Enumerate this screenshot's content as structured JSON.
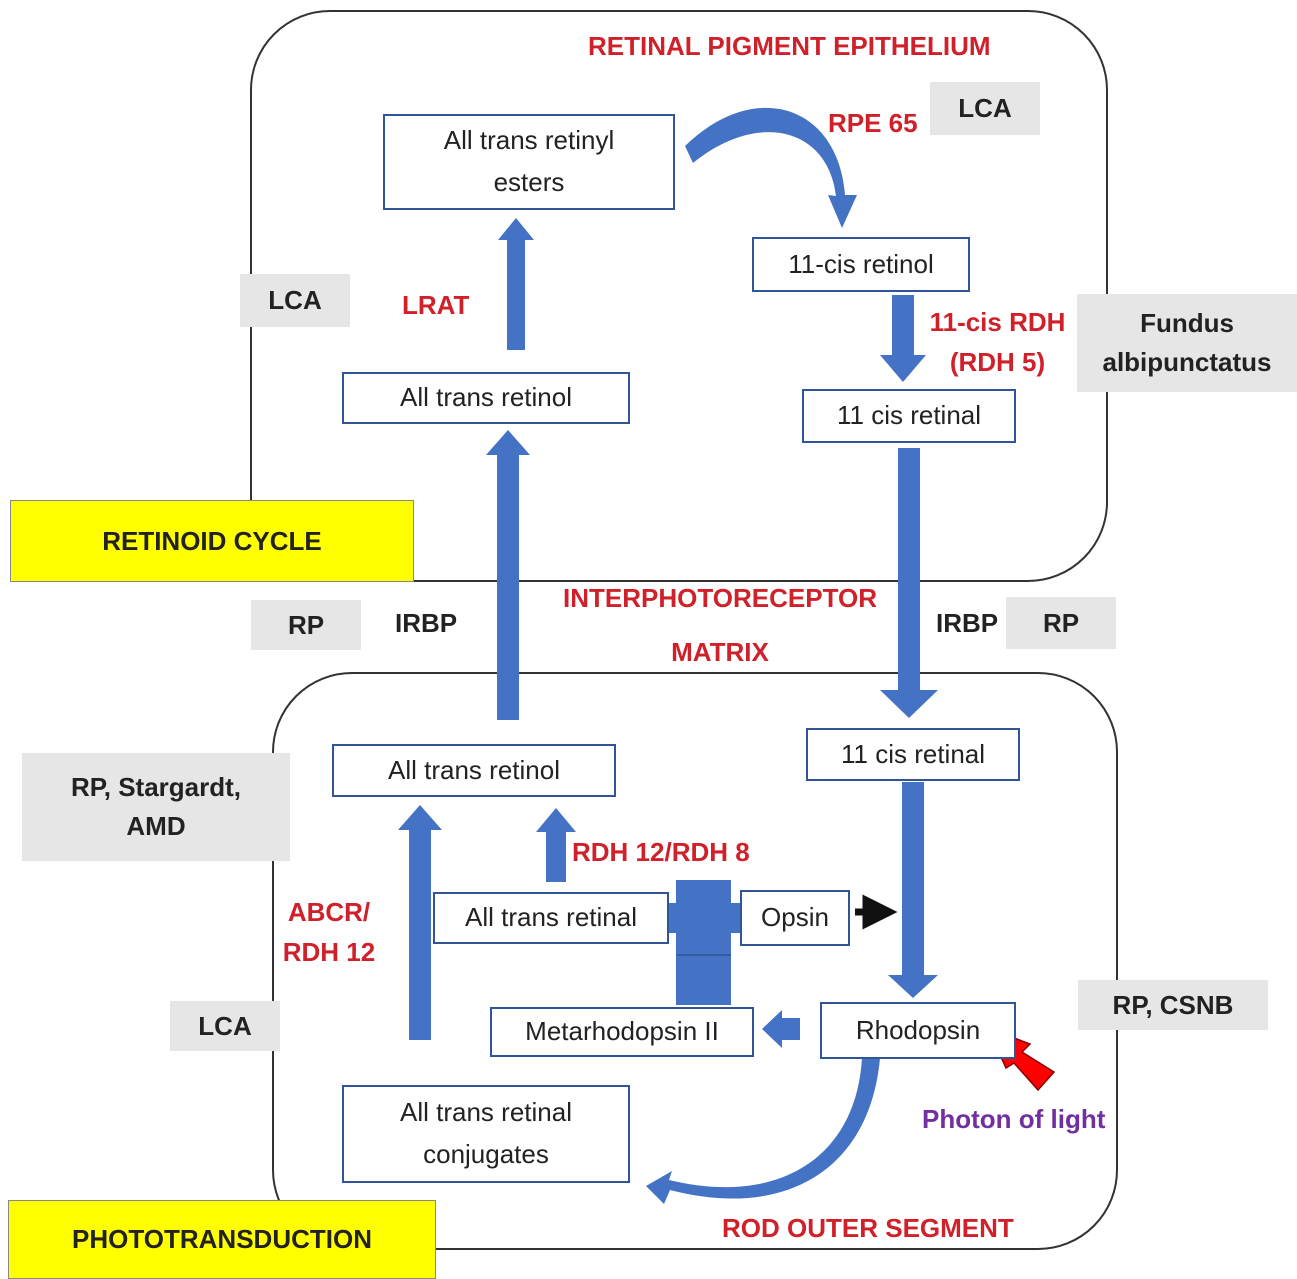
{
  "regions": {
    "rpe_title": "RETINAL PIGMENT EPITHELIUM",
    "matrix_line1": "INTERPHOTORECEPTOR",
    "matrix_line2": "MATRIX",
    "ros_title": "ROD OUTER SEGMENT"
  },
  "section_labels": {
    "retinoid_cycle": "RETINOID CYCLE",
    "phototransduction": "PHOTOTRANSDUCTION"
  },
  "molecules": {
    "atr_esters_line1": "All trans retinyl",
    "atr_esters_line2": "esters",
    "cis_retinol": "11-cis retinol",
    "atr_retinol_rpe": "All trans retinol",
    "cis_retinal_rpe": "11 cis retinal",
    "cis_retinal_ros": "11 cis retinal",
    "atr_retinol_ros": "All trans retinol",
    "atr_retinal": "All trans retinal",
    "opsin": "Opsin",
    "metarhodopsin": "Metarhodopsin II",
    "rhodopsin": "Rhodopsin",
    "conjugates_line1": "All trans retinal",
    "conjugates_line2": "conjugates"
  },
  "enzymes": {
    "rpe65": "RPE 65",
    "lrat": "LRAT",
    "cis_rdh_line1": "11-cis RDH",
    "cis_rdh_line2": "(RDH 5)",
    "rdh12_8": "RDH 12/RDH 8",
    "abcr_line1": "ABCR/",
    "abcr_line2": "RDH 12"
  },
  "transport": {
    "irbp_left": "IRBP",
    "irbp_right": "IRBP"
  },
  "diseases": {
    "lca_rpe65": "LCA",
    "lca_lrat": "LCA",
    "fundus_line1": "Fundus",
    "fundus_line2": "albipunctatus",
    "rp_left": "RP",
    "rp_right": "RP",
    "rp_stargardt_line1": "RP, Stargardt,",
    "rp_stargardt_line2": "AMD",
    "lca_abcr": "LCA",
    "rp_csnb": "RP, CSNB"
  },
  "light": {
    "photon": "Photon of light"
  },
  "colors": {
    "arrow_blue": "#4472c4",
    "box_border": "#2f5597",
    "enzyme_red": "#d0202a",
    "label_yellow": "#ffff00",
    "disease_gray": "#e7e6e6",
    "photon_purple": "#7030a0",
    "bolt_red": "#ff0000"
  }
}
